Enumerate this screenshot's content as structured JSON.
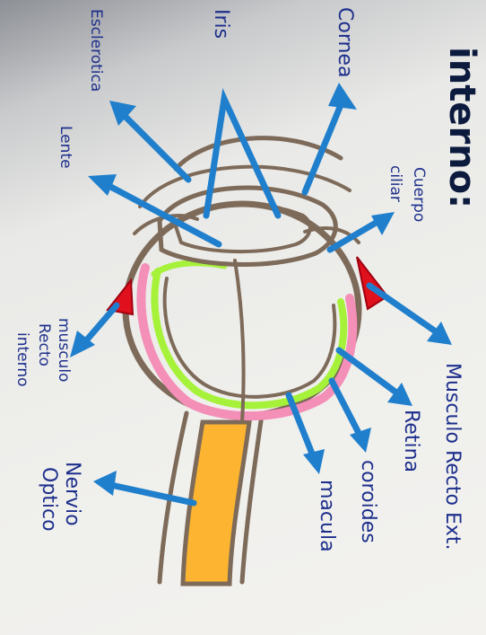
{
  "title": "interno:",
  "labels": {
    "cornea": "Cornea",
    "iris": "Iris",
    "esclerotica": "Esclerotica",
    "lente": "Lente",
    "cuerpo_ciliar_1": "Cuerpo",
    "cuerpo_ciliar_2": "ciliar",
    "musculo_ext": "Musculo Recto Ext.",
    "retina": "Retina",
    "coroides": "coroides",
    "macula": "macula",
    "musculo_int_1": "musculo",
    "musculo_int_2": "Recto",
    "musculo_int_3": "interno",
    "nervio_1": "Nervio",
    "nervio_2": "Optico"
  },
  "colors": {
    "ink": "#1d2f8c",
    "arrow": "#1f7fcc",
    "outline": "#7d6a59",
    "retina": "#a6f23a",
    "choroid": "#f48fb8",
    "nerve": "#fdb431",
    "muscle": "#e0101c"
  }
}
